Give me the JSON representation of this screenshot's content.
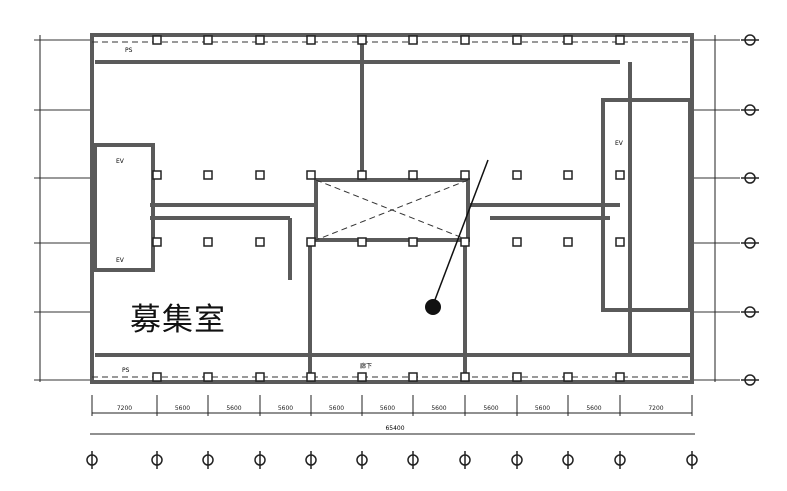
{
  "plan": {
    "room_label": "募集室",
    "bay_dimensions": [
      "7200",
      "5600",
      "5600",
      "5600",
      "5600",
      "5600",
      "5600",
      "5600",
      "5600",
      "5600",
      "7200"
    ],
    "total_dimension": "65400",
    "small_labels": {
      "ps_top": "PS",
      "ps_bottom": "PS",
      "ev1": "EV",
      "ev2": "EV",
      "ev3": "EV",
      "corridor": "廊下"
    },
    "colors": {
      "wall": "#555555",
      "line": "#222222",
      "marker": "#111111"
    }
  }
}
